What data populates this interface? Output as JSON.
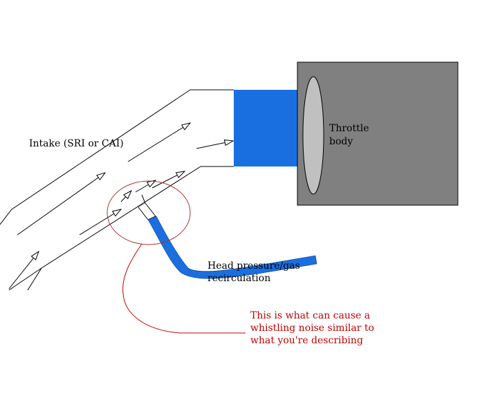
{
  "labels": {
    "intake": "Intake (SRI or CAI)",
    "throttle_line1": "Throttle",
    "throttle_line2": "body",
    "hose_line1": "Head pressure/gas",
    "hose_line2": "recirculation",
    "note_line1": "This is what can cause a",
    "note_line2": "whistling noise similar to",
    "note_line3": "what you're describing"
  },
  "colors": {
    "coupler": "#1a6fe0",
    "throttle_body": "#808080",
    "throttle_plate": "#c0c0c0",
    "annotation": "#c00000"
  }
}
